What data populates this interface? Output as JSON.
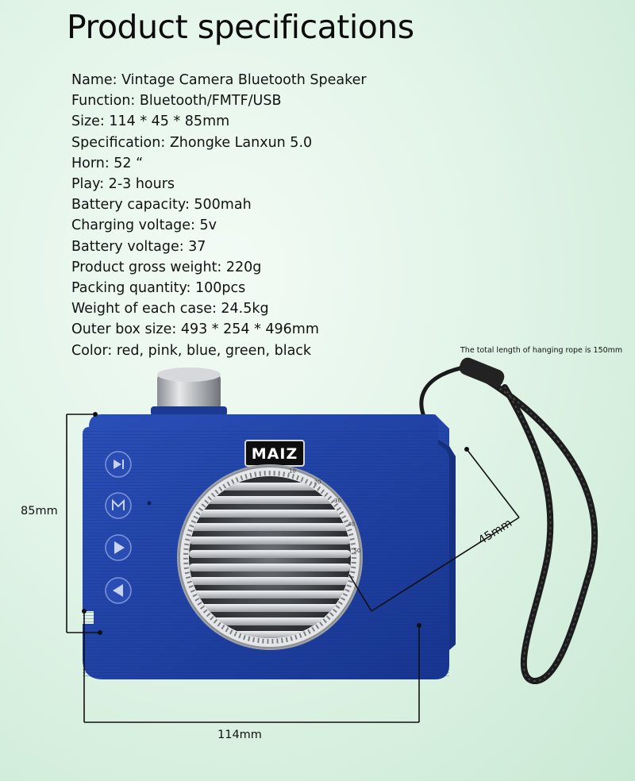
{
  "title": "Product specifications",
  "specs": [
    "Name: Vintage Camera Bluetooth Speaker",
    "Function: Bluetooth/FMTF/USB",
    "Size: 114 * 45 * 85mm",
    "Specification: Zhongke Lanxun 5.0",
    "Horn: 52  “",
    "Play: 2-3 hours",
    "Battery capacity: 500mah",
    "Charging voltage: 5v",
    "Battery voltage: 37",
    "Product gross weight: 220g",
    "Packing quantity: 100pcs",
    "Weight of each case: 24.5kg",
    "Outer box size: 493 * 254 * 496mm",
    "Color: red, pink, blue, green, black"
  ],
  "rope_note": "The total length of hanging rope is 150mm",
  "dimensions": {
    "height": "85mm",
    "width": "114mm",
    "depth": "45mm"
  },
  "brand_logo": "MAIZ",
  "dial_numbers": [
    "10",
    "20",
    "30",
    "40",
    "50"
  ],
  "colors": {
    "body": "#1f40a2",
    "body_dark": "#142c78",
    "grille": "#c9ccd0",
    "knob": "#b9bcc0"
  },
  "buttons": [
    "skip-icon",
    "menu-icon",
    "play-icon",
    "back-icon"
  ]
}
